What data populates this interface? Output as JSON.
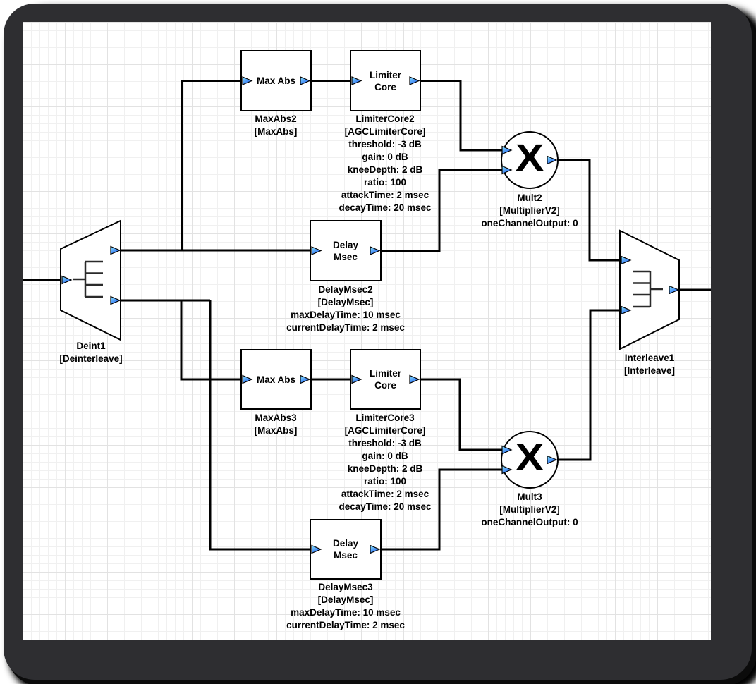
{
  "colors": {
    "frame": "#2e2e31",
    "canvas_background": "#ffffff",
    "grid_minor": "#f0f0f0",
    "grid_major": "#e2e2e2",
    "wire": "#000000",
    "block_border": "#000000",
    "block_fill": "#ffffff",
    "pin_fill_light": "#8ae4fc",
    "pin_fill_dark": "#1e5cf0",
    "text": "#000000"
  },
  "blocks": {
    "deint1": {
      "name": "Deint1",
      "type": "[Deinterleave]"
    },
    "maxabs2": {
      "label": "Max Abs",
      "name": "MaxAbs2",
      "type": "[MaxAbs]"
    },
    "limitercore2": {
      "label": "Limiter Core",
      "name": "LimiterCore2",
      "type": "[AGCLimiterCore]",
      "params": [
        "threshold: -3 dB",
        "gain: 0 dB",
        "kneeDepth: 2 dB",
        "ratio: 100",
        "attackTime: 2 msec",
        "decayTime: 20 msec"
      ]
    },
    "delaymsec2": {
      "label": "Delay Msec",
      "name": "DelayMsec2",
      "type": "[DelayMsec]",
      "params": [
        "maxDelayTime: 10 msec",
        "currentDelayTime: 2 msec"
      ]
    },
    "mult2": {
      "symbol": "X",
      "name": "Mult2",
      "type": "[MultiplierV2]",
      "params": [
        "oneChannelOutput: 0"
      ]
    },
    "maxabs3": {
      "label": "Max Abs",
      "name": "MaxAbs3",
      "type": "[MaxAbs]"
    },
    "limitercore3": {
      "label": "Limiter Core",
      "name": "LimiterCore3",
      "type": "[AGCLimiterCore]",
      "params": [
        "threshold: -3 dB",
        "gain: 0 dB",
        "kneeDepth: 2 dB",
        "ratio: 100",
        "attackTime: 2 msec",
        "decayTime: 20 msec"
      ]
    },
    "delaymsec3": {
      "label": "Delay Msec",
      "name": "DelayMsec3",
      "type": "[DelayMsec]",
      "params": [
        "maxDelayTime: 10 msec",
        "currentDelayTime: 2 msec"
      ]
    },
    "mult3": {
      "symbol": "X",
      "name": "Mult3",
      "type": "[MultiplierV2]",
      "params": [
        "oneChannelOutput: 0"
      ]
    },
    "interleave1": {
      "name": "Interleave1",
      "type": "[Interleave]"
    }
  }
}
